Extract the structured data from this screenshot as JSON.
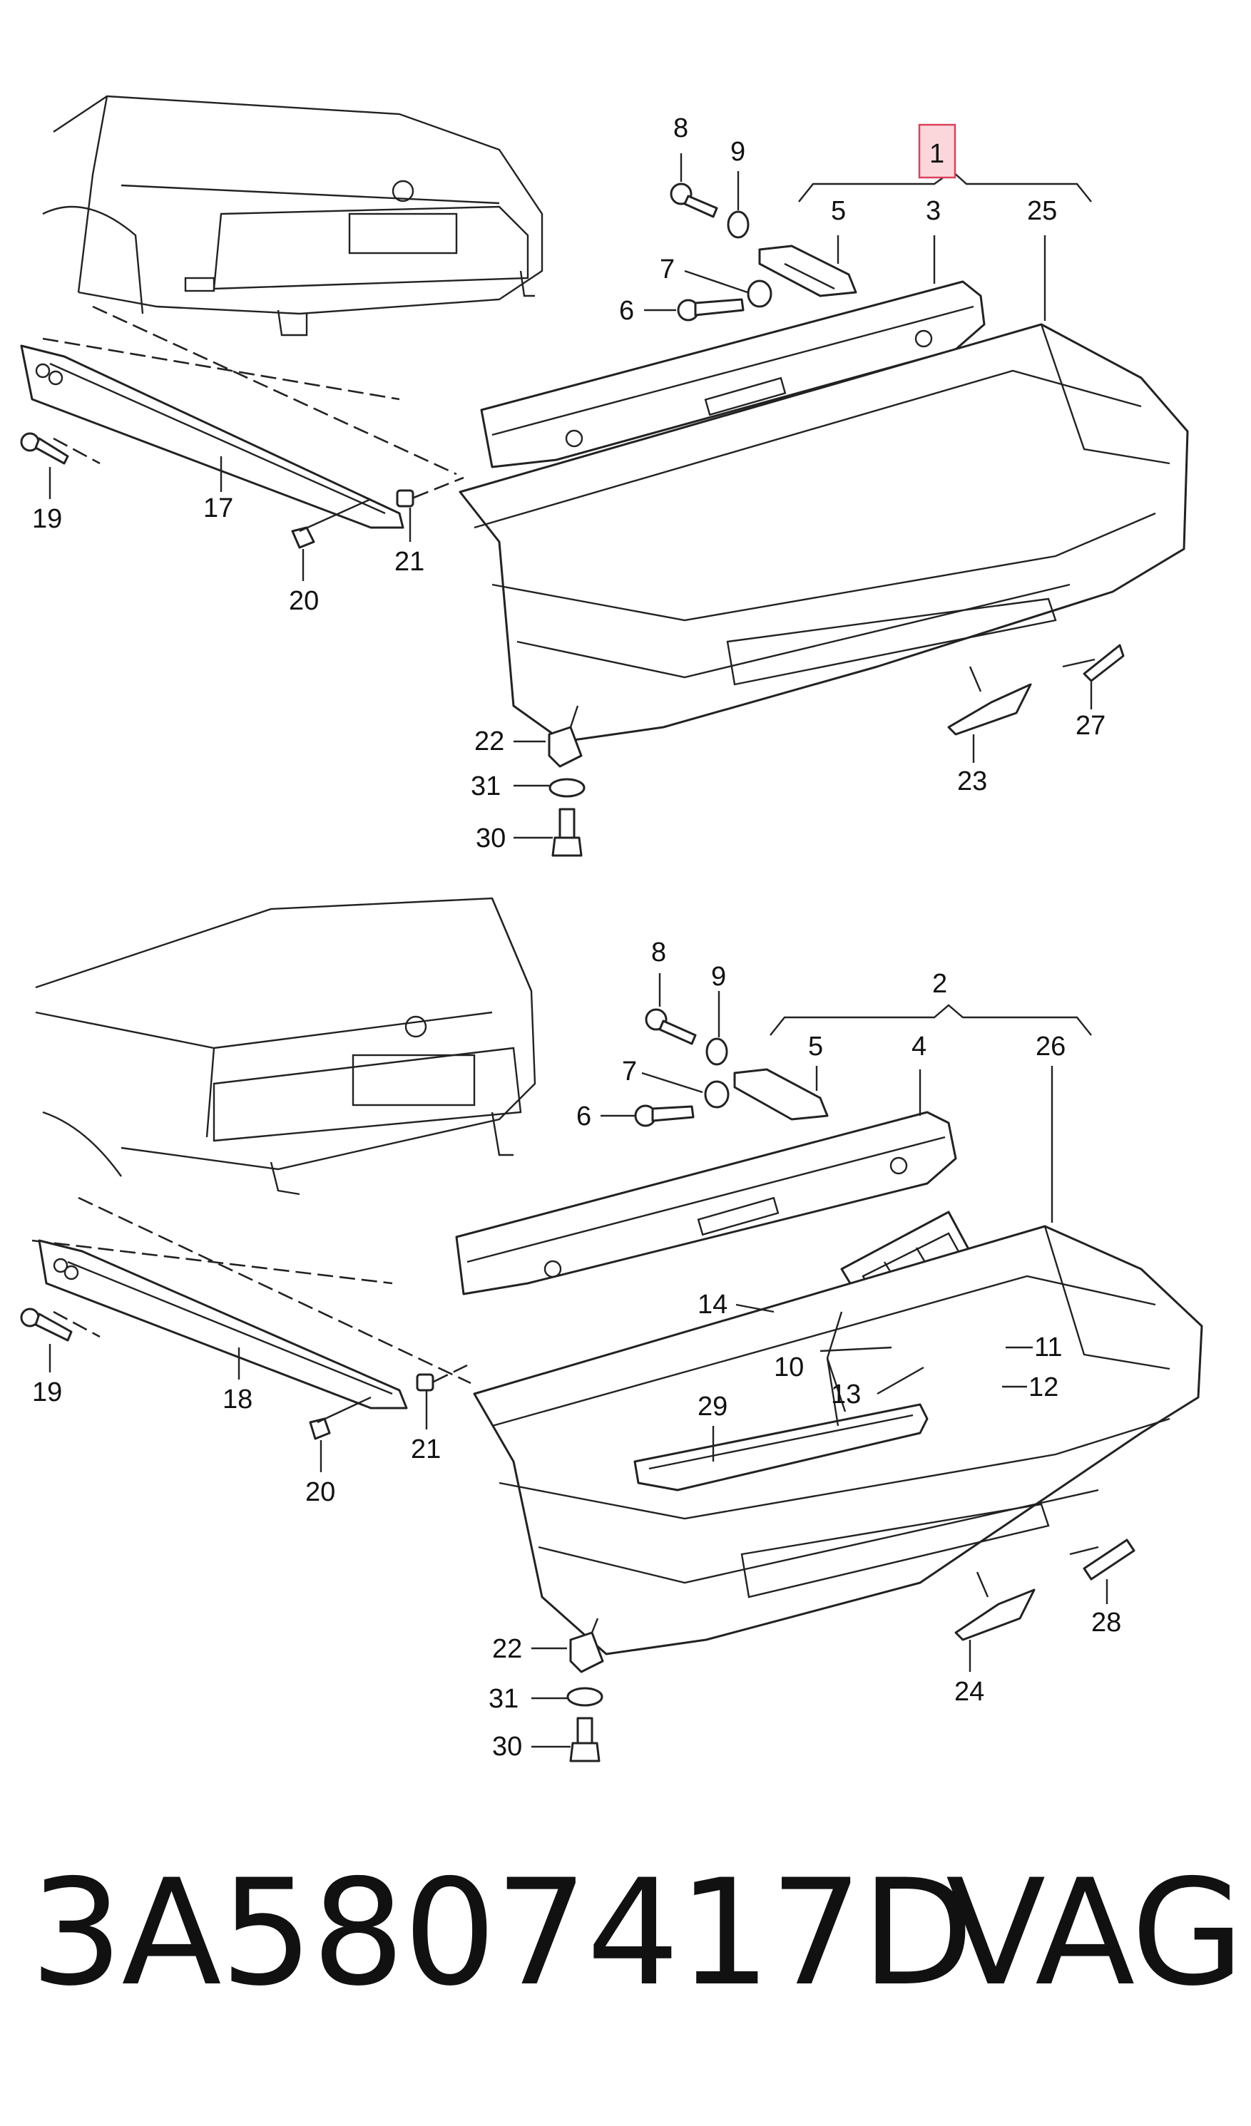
{
  "diagram": {
    "top_group_label": "1",
    "bottom_group_label": "2",
    "callouts_top": [
      "8",
      "9",
      "5",
      "3",
      "25",
      "7",
      "6",
      "19",
      "17",
      "21",
      "20",
      "22",
      "31",
      "30",
      "23",
      "27"
    ],
    "callouts_bottom": [
      "8",
      "9",
      "5",
      "4",
      "26",
      "7",
      "6",
      "14",
      "10",
      "11",
      "13",
      "12",
      "19",
      "18",
      "21",
      "20",
      "29",
      "22",
      "31",
      "30",
      "24",
      "28"
    ]
  },
  "caption": {
    "part_number": "3A5807417D",
    "brand": "VAG"
  }
}
